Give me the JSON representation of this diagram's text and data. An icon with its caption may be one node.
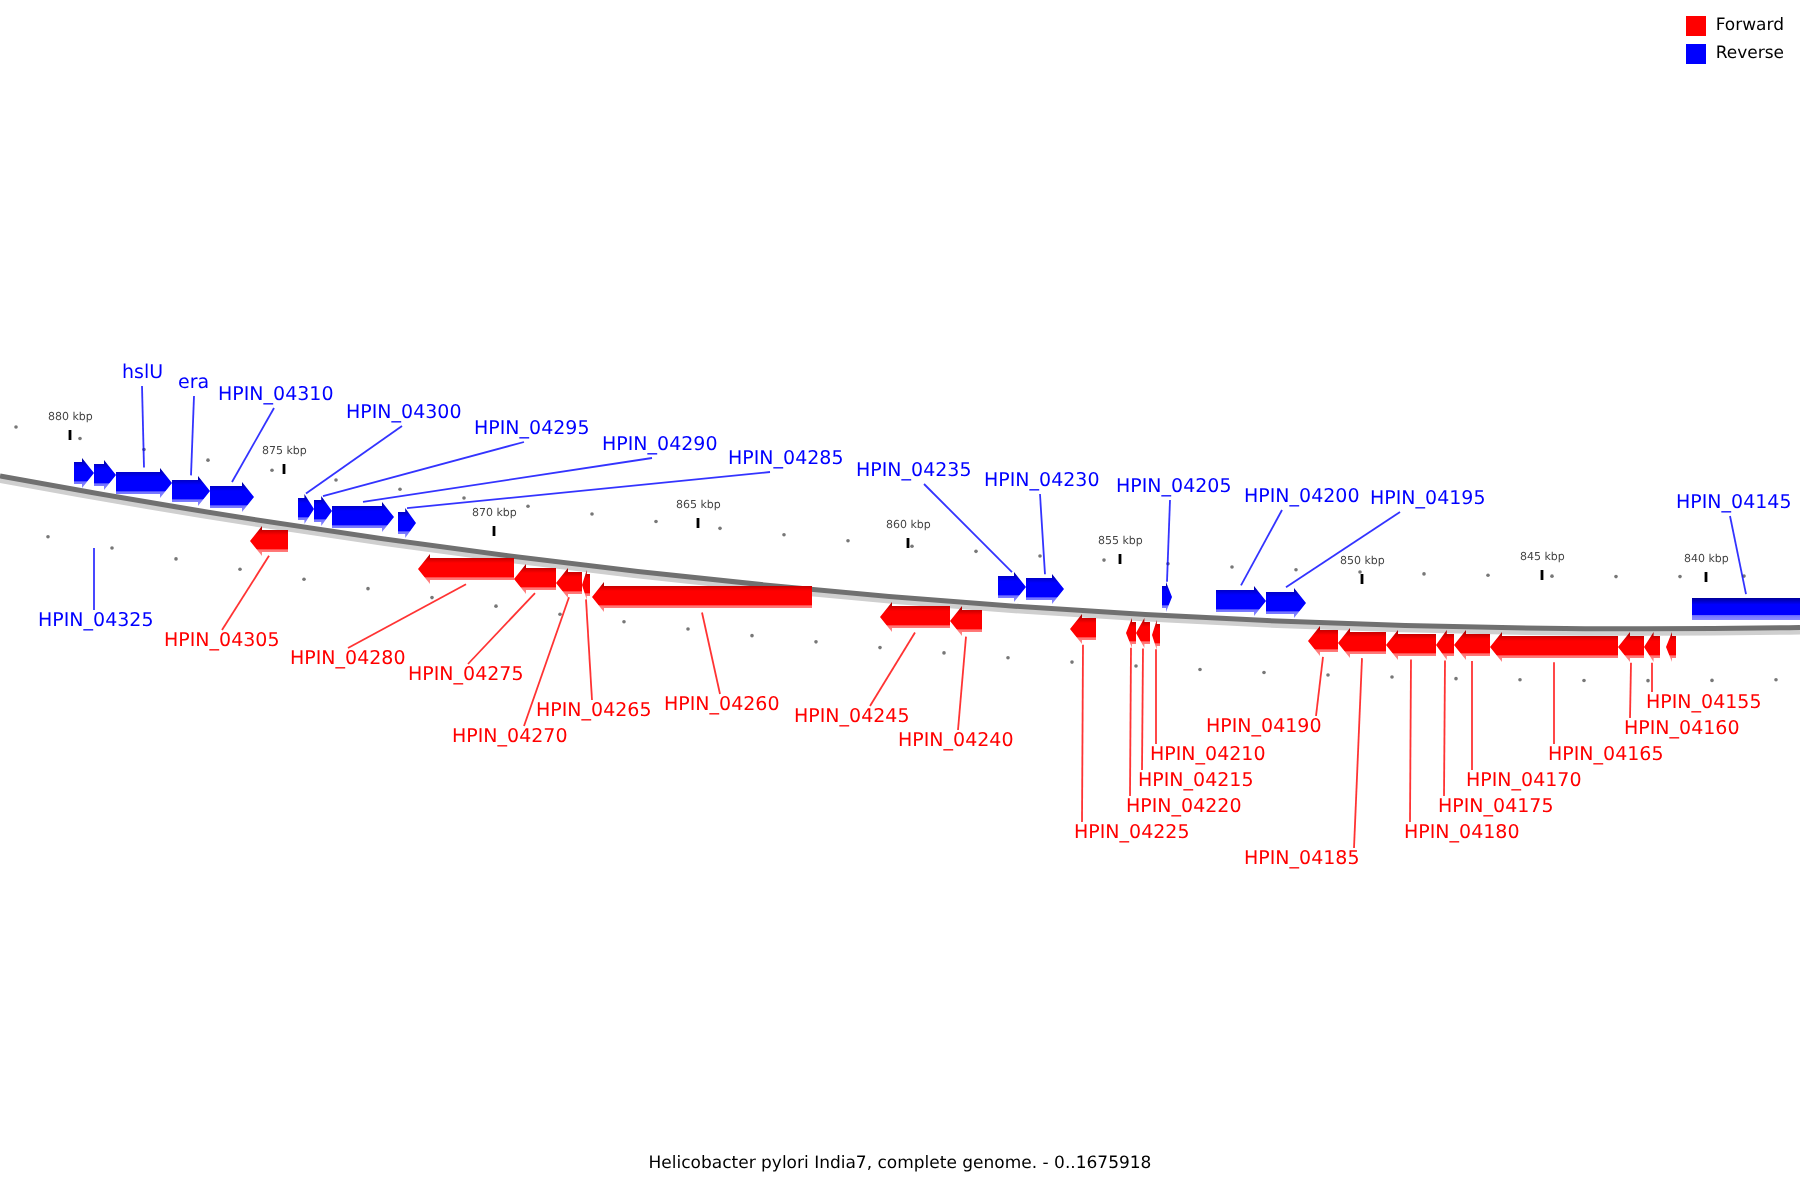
{
  "diagram": {
    "caption": "Helicobacter pylori India7, complete genome. - 0..1675918",
    "nodes": [
      {
        "text": [],
        "shape": "arrow"
      },
      {
        "text": [],
        "shape": "arrow"
      },
      {
        "text": [],
        "shape": "arrow"
      },
      {
        "text": [],
        "shape": "arrow"
      },
      {
        "text": [],
        "shape": "arrow"
      },
      {
        "text": [],
        "shape": "arrow"
      },
      {
        "text": [],
        "shape": "arrow"
      },
      {
        "text": [],
        "shape": "arrow"
      },
      {
        "text": [],
        "shape": "arrow"
      },
      {
        "text": [],
        "shape": "arrow"
      },
      {
        "text": [],
        "shape": "arrow"
      },
      {
        "text": [],
        "shape": "arrow"
      },
      {
        "text": [],
        "shape": "arrow"
      },
      {
        "text": [],
        "shape": "arrow"
      },
      {
        "text": [],
        "shape": "arrow"
      },
      {
        "text": [],
        "shape": "arrow"
      },
      {
        "text": [],
        "shape": "arrow"
      },
      {
        "text": [],
        "shape": "arrow"
      },
      {
        "text": [],
        "shape": "arrow"
      },
      {
        "text": [],
        "shape": "arrow"
      },
      {
        "text": [],
        "shape": "arrow"
      },
      {
        "text": [],
        "shape": "arrow"
      },
      {
        "text": [],
        "shape": "arrow"
      },
      {
        "text": [],
        "shape": "arrow"
      },
      {
        "text": [],
        "shape": "arrow"
      },
      {
        "text": [],
        "shape": "arrow"
      },
      {
        "text": [],
        "shape": "arrow"
      },
      {
        "text": [],
        "shape": "arrow"
      },
      {
        "text": [],
        "shape": "arrow"
      },
      {
        "text": [],
        "shape": "arrow"
      },
      {
        "text": [],
        "shape": "arrow"
      },
      {
        "text": [],
        "shape": "arrow"
      },
      {
        "text": [],
        "shape": "arrow"
      },
      {
        "text": [],
        "shape": "arrow"
      },
      {
        "text": [],
        "shape": "arrow"
      },
      {
        "text": [],
        "shape": "bar"
      },
      {
        "text": [
          "hslU"
        ]
      },
      {
        "text": [
          "era"
        ]
      },
      {
        "text": [
          "HPIN_04310"
        ]
      },
      {
        "text": [
          "HPIN_04300"
        ]
      },
      {
        "text": [
          "HPIN_04295"
        ]
      },
      {
        "text": [
          "HPIN_04290"
        ]
      },
      {
        "text": [
          "HPIN_04285"
        ]
      },
      {
        "text": [
          "HPIN_04235"
        ]
      },
      {
        "text": [
          "HPIN_04230"
        ]
      },
      {
        "text": [
          "HPIN_04205"
        ]
      },
      {
        "text": [
          "HPIN_04200"
        ]
      },
      {
        "text": [
          "HPIN_04195"
        ]
      },
      {
        "text": [
          "HPIN_04145"
        ]
      },
      {
        "text": [
          "HPIN_04325"
        ]
      },
      {
        "text": [
          "HPIN_04305"
        ]
      },
      {
        "text": [
          "HPIN_04280"
        ]
      },
      {
        "text": [
          "HPIN_04275"
        ]
      },
      {
        "text": [
          "HPIN_04265"
        ]
      },
      {
        "text": [
          "HPIN_04270"
        ]
      },
      {
        "text": [
          "HPIN_04260"
        ]
      },
      {
        "text": [
          "HPIN_04245"
        ]
      },
      {
        "text": [
          "HPIN_04240"
        ]
      },
      {
        "text": [
          "HPIN_04210"
        ]
      },
      {
        "text": [
          "HPIN_04215"
        ]
      },
      {
        "text": [
          "HPIN_04220"
        ]
      },
      {
        "text": [
          "HPIN_04225"
        ]
      },
      {
        "text": [
          "HPIN_04190"
        ]
      },
      {
        "text": [
          "HPIN_04180"
        ]
      },
      {
        "text": [
          "HPIN_04165"
        ]
      },
      {
        "text": [
          "HPIN_04155"
        ]
      },
      {
        "text": [
          "HPIN_04170"
        ]
      },
      {
        "text": [
          "HPIN_04160"
        ]
      },
      {
        "text": [
          "HPIN_04175"
        ]
      },
      {
        "text": [
          "HPIN_04185"
        ]
      }
    ],
    "edges": [
      {
        "from": 36,
        "to": 2,
        "arrow": "none",
        "color": "#0000ff"
      },
      {
        "from": 37,
        "to": 3,
        "arrow": "none",
        "color": "#0000ff"
      },
      {
        "from": 38,
        "to": 4,
        "arrow": "none",
        "color": "#0000ff"
      },
      {
        "from": 39,
        "to": 6,
        "arrow": "none",
        "color": "#0000ff"
      },
      {
        "from": 40,
        "to": 7,
        "arrow": "none",
        "color": "#0000ff"
      },
      {
        "from": 41,
        "to": 8,
        "arrow": "none",
        "color": "#0000ff"
      },
      {
        "from": 42,
        "to": 9,
        "arrow": "none",
        "color": "#0000ff"
      },
      {
        "from": 43,
        "to": 17,
        "arrow": "none",
        "color": "#0000ff"
      },
      {
        "from": 44,
        "to": 18,
        "arrow": "none",
        "color": "#0000ff"
      },
      {
        "from": 45,
        "to": 23,
        "arrow": "none",
        "color": "#0000ff"
      },
      {
        "from": 46,
        "to": 24,
        "arrow": "none",
        "color": "#0000ff"
      },
      {
        "from": 47,
        "to": 25,
        "arrow": "none",
        "color": "#0000ff"
      },
      {
        "from": 48,
        "to": 35,
        "arrow": "none",
        "color": "#0000ff"
      },
      {
        "from": 49,
        "to": null,
        "arrow": "none",
        "color": "#0000ff"
      },
      {
        "from": 50,
        "to": 5,
        "arrow": "none"
      },
      {
        "from": 51,
        "to": 10,
        "arrow": "none"
      },
      {
        "from": 52,
        "to": 11,
        "arrow": "none"
      },
      {
        "from": 53,
        "to": 13,
        "arrow": "none"
      },
      {
        "from": 54,
        "to": 12,
        "arrow": "none"
      },
      {
        "from": 55,
        "to": 14,
        "arrow": "none"
      },
      {
        "from": 56,
        "to": 15,
        "arrow": "none"
      },
      {
        "from": 57,
        "to": 16,
        "arrow": "none"
      },
      {
        "from": 58,
        "to": 22,
        "arrow": "none"
      },
      {
        "from": 59,
        "to": 21,
        "arrow": "none"
      },
      {
        "from": 60,
        "to": 20,
        "arrow": "none"
      },
      {
        "from": 61,
        "to": 19,
        "arrow": "none"
      },
      {
        "from": 62,
        "to": 26,
        "arrow": "none"
      },
      {
        "from": 63,
        "to": 28,
        "arrow": "none"
      },
      {
        "from": 64,
        "to": 31,
        "arrow": "none"
      },
      {
        "from": 65,
        "to": 33,
        "arrow": "none"
      },
      {
        "from": 66,
        "to": 30,
        "arrow": "none"
      },
      {
        "from": 67,
        "to": 32,
        "arrow": "none"
      },
      {
        "from": 68,
        "to": 29,
        "arrow": "none"
      },
      {
        "from": 69,
        "to": 27,
        "arrow": "none"
      }
    ],
    "labels": [
      "880 kbp",
      "875 kbp",
      "870 kbp",
      "865 kbp",
      "860 kbp",
      "855 kbp",
      "850 kbp",
      "845 kbp",
      "840 kbp"
    ],
    "legend": [
      {
        "text": "Forward",
        "color": "#ff0000"
      },
      {
        "text": "Reverse",
        "color": "#0000ff"
      }
    ]
  }
}
